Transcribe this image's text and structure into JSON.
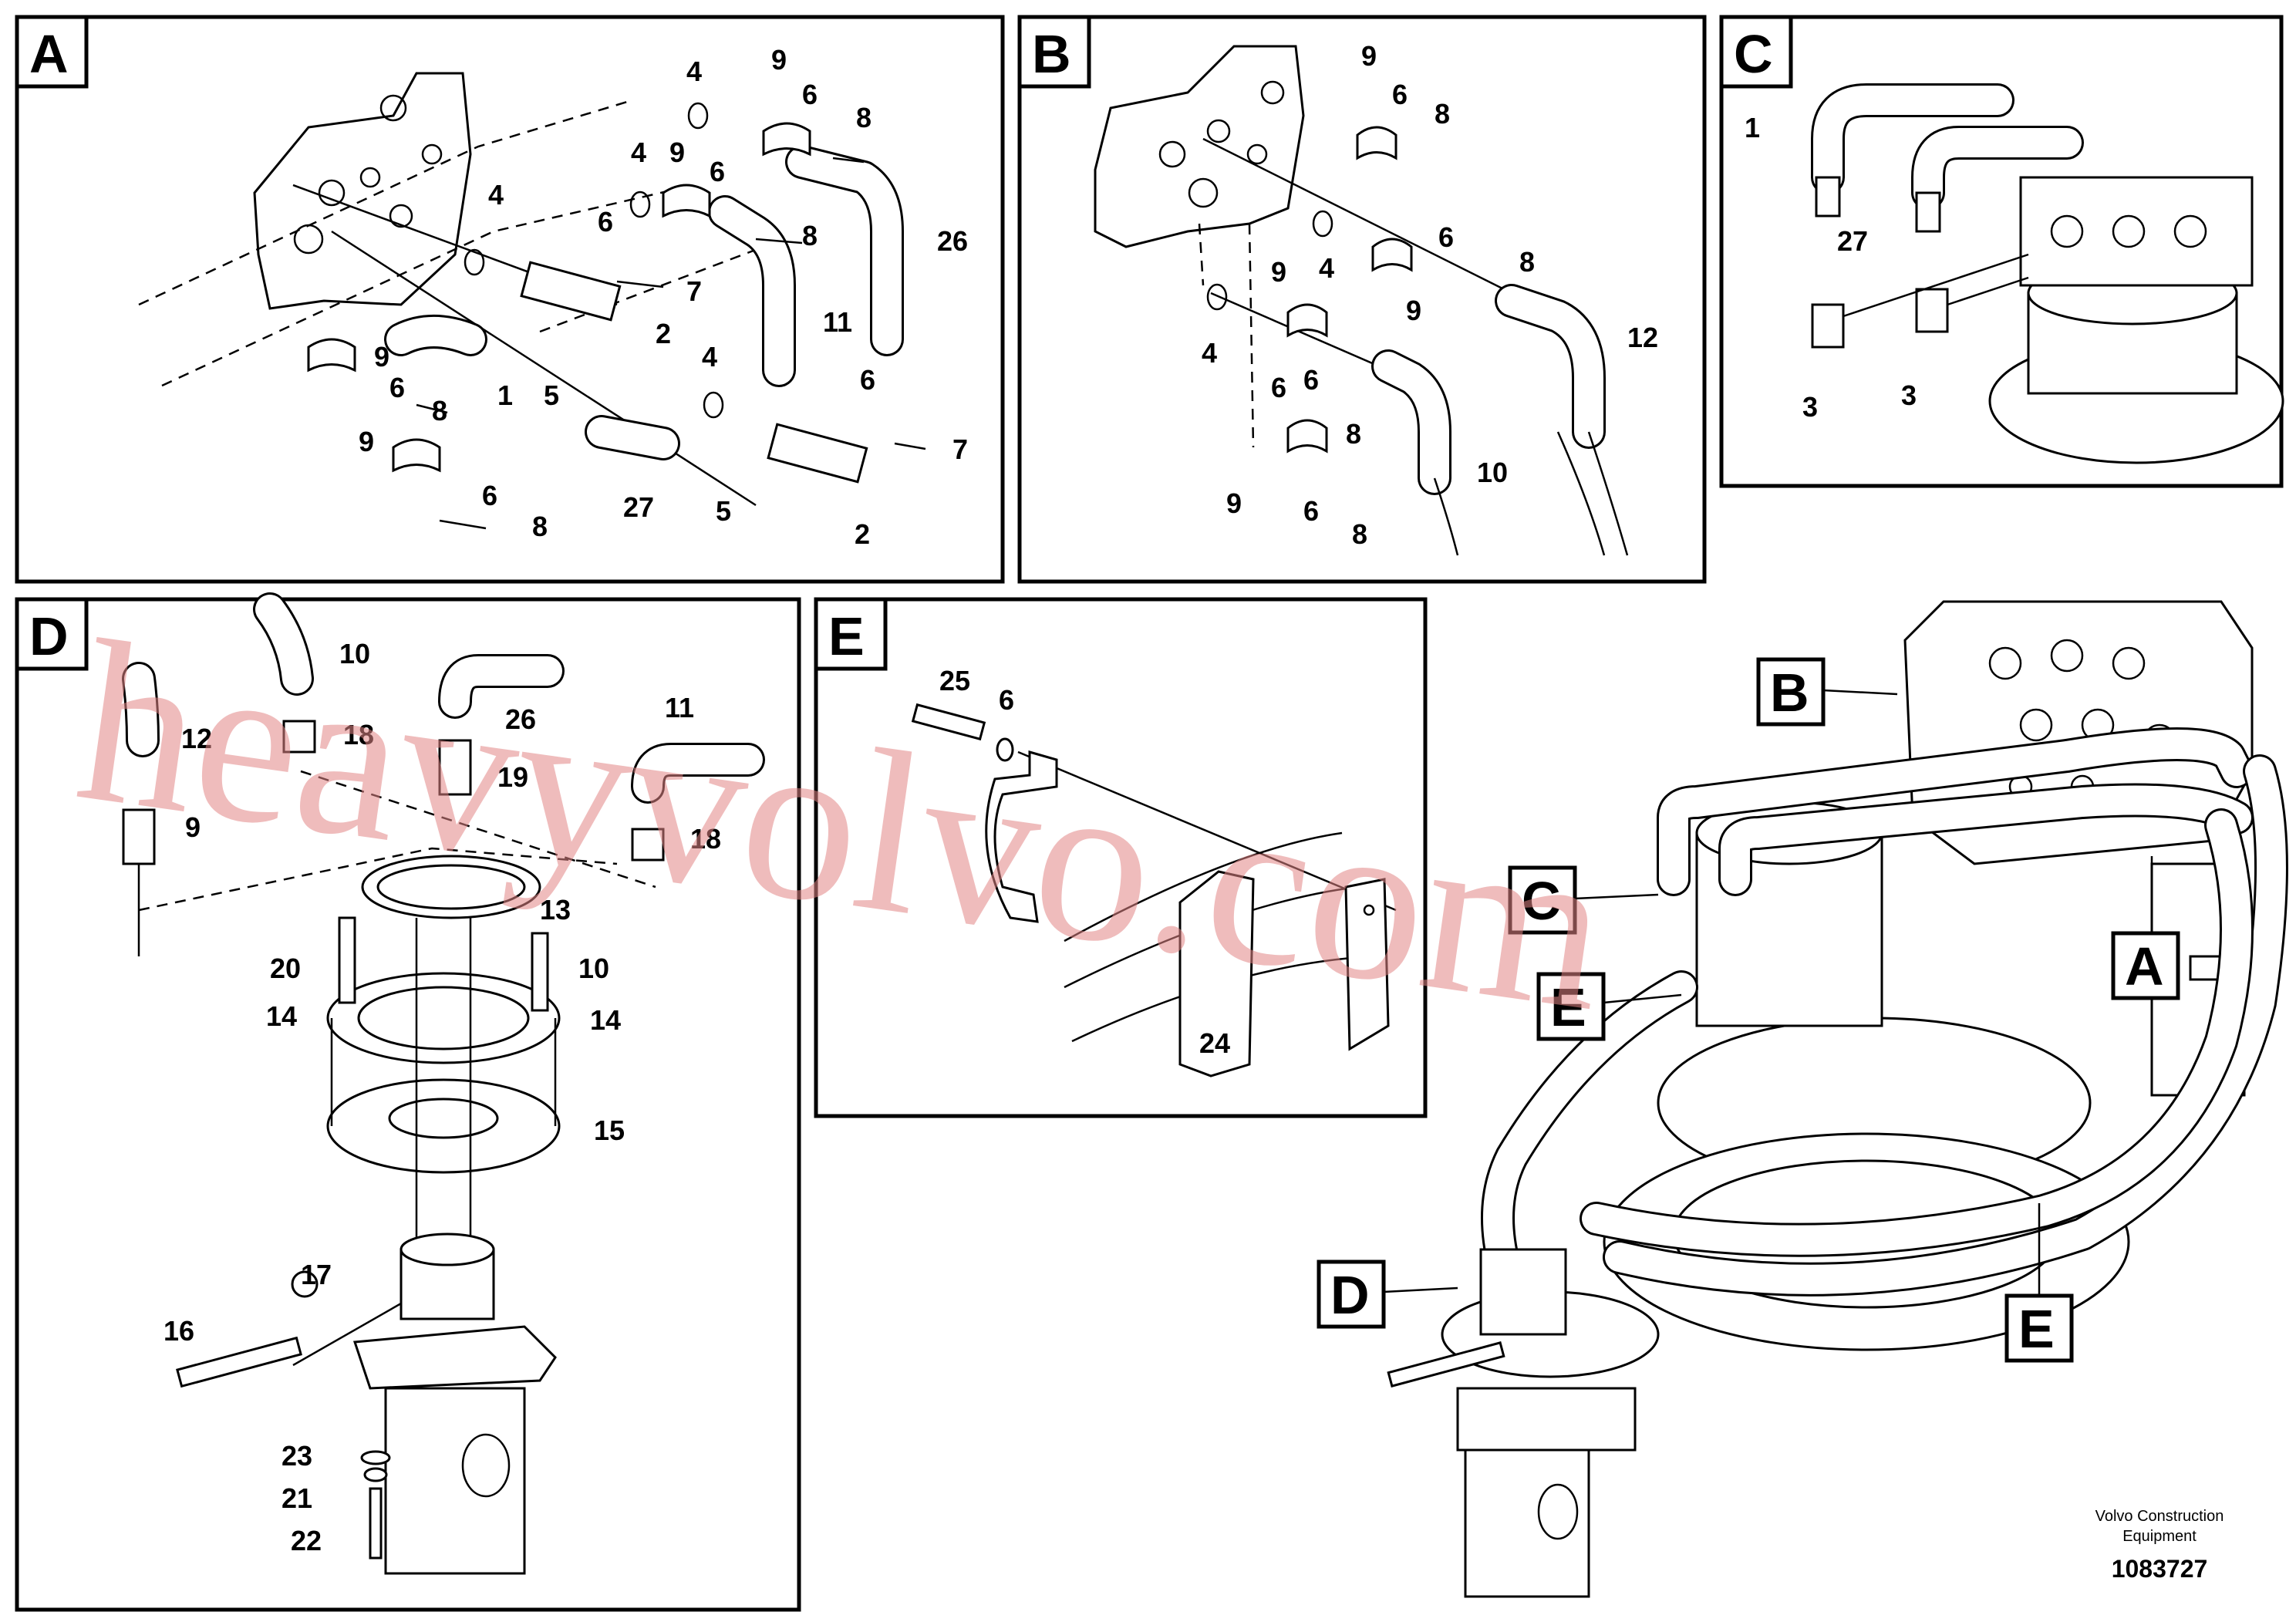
{
  "panels": [
    {
      "id": "A",
      "letter": "A"
    },
    {
      "id": "B",
      "letter": "B"
    },
    {
      "id": "C",
      "letter": "C"
    },
    {
      "id": "D",
      "letter": "D"
    },
    {
      "id": "E",
      "letter": "E"
    }
  ],
  "callouts": {
    "A": [
      "4",
      "9",
      "6",
      "8",
      "4",
      "9",
      "6",
      "8",
      "4",
      "6",
      "7",
      "2",
      "26",
      "11",
      "9",
      "6",
      "8",
      "1",
      "5",
      "4",
      "6",
      "7",
      "9",
      "6",
      "8",
      "27",
      "5",
      "2"
    ],
    "B": [
      "9",
      "6",
      "8",
      "4",
      "6",
      "8",
      "9",
      "4",
      "9",
      "6",
      "8",
      "12",
      "6",
      "10",
      "9",
      "6",
      "8"
    ],
    "C": [
      "1",
      "27",
      "3",
      "3"
    ],
    "D": [
      "10",
      "12",
      "18",
      "26",
      "19",
      "11",
      "9",
      "18",
      "13",
      "20",
      "10",
      "14",
      "14",
      "15",
      "17",
      "16",
      "23",
      "21",
      "22"
    ],
    "E": [
      "25",
      "6",
      "24"
    ]
  },
  "overview_labels": {
    "B": "B",
    "C": "C",
    "A": "A",
    "E_top": "E",
    "D": "D",
    "E_bottom": "E"
  },
  "watermark": "heavyvolvo.com",
  "footer": {
    "company_line1": "Volvo Construction",
    "company_line2": "Equipment",
    "drawing_number": "1083727"
  }
}
